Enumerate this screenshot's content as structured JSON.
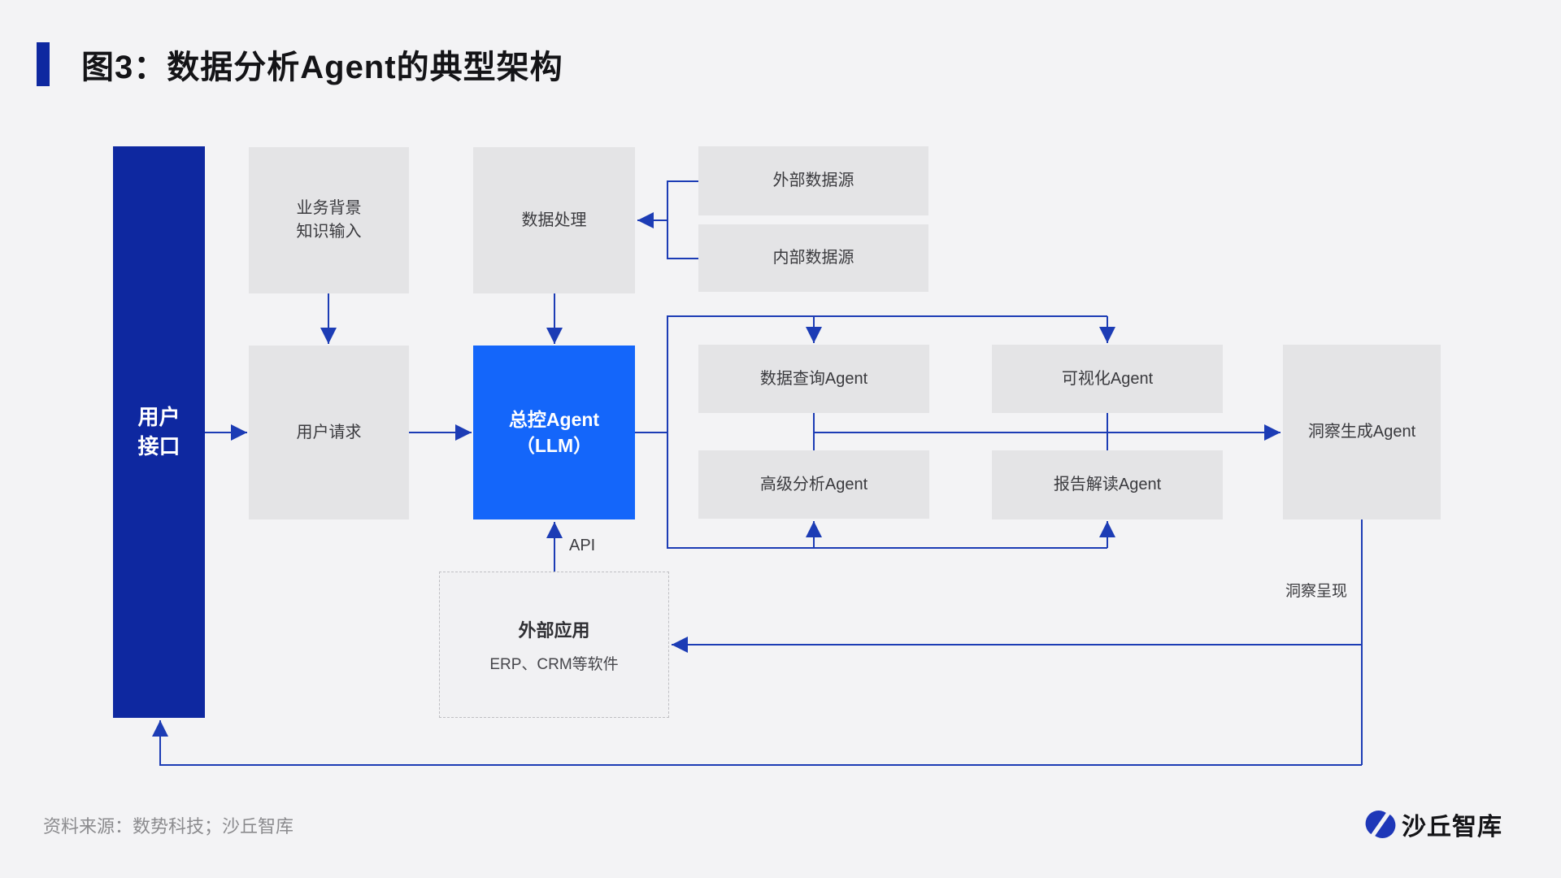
{
  "title": "图3：数据分析Agent的典型架构",
  "nodes": {
    "user_interface": "用户\n接口",
    "business_background": "业务背景\n知识输入",
    "user_request": "用户请求",
    "data_processing": "数据处理",
    "master_agent": "总控Agent\n（LLM）",
    "external_datasource": "外部数据源",
    "internal_datasource": "内部数据源",
    "data_query_agent": "数据查询Agent",
    "advanced_analysis_agent": "高级分析Agent",
    "visualization_agent": "可视化Agent",
    "report_agent": "报告解读Agent",
    "insight_agent": "洞察生成Agent",
    "external_app_title": "外部应用",
    "external_app_subtitle": "ERP、CRM等软件"
  },
  "labels": {
    "api": "API",
    "insight_presentation": "洞察呈现"
  },
  "footer": {
    "source": "资料来源：数势科技；沙丘智库",
    "logo_text": "沙丘智库"
  },
  "colors": {
    "accent_navy": "#0e28a0",
    "primary_blue": "#1466fa",
    "line_blue": "#1c3cb5",
    "box_gray": "#e4e4e6",
    "page_bg": "#f3f3f5",
    "logo_blue": "#1e37b8"
  }
}
